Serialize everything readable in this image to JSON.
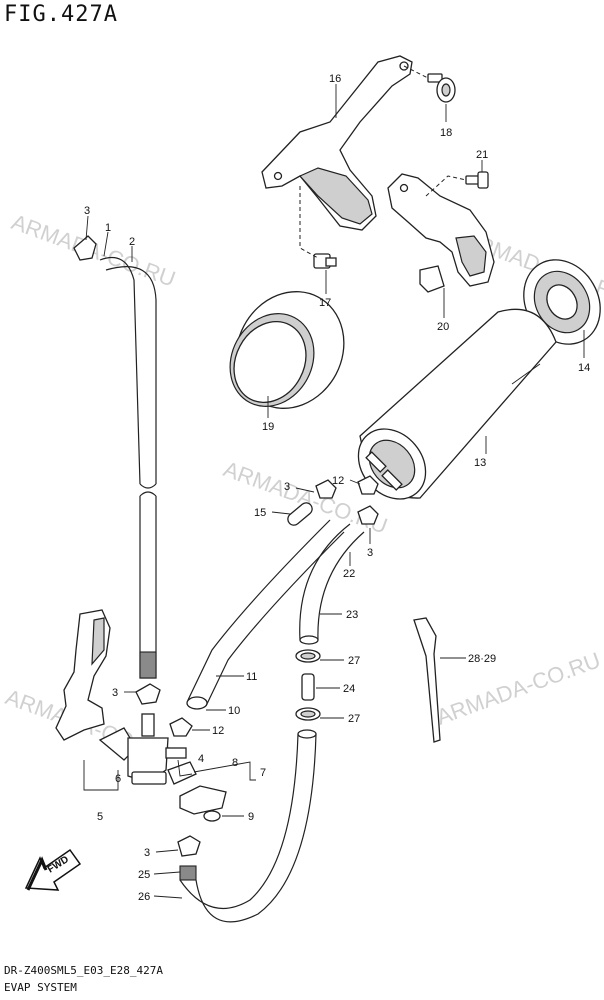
{
  "figure_title": "FIG.427A",
  "footer": {
    "code": "DR-Z400SML5_E03_E28_427A",
    "title": "EVAP SYSTEM"
  },
  "watermark": "ARMADA-CO.RU",
  "fwd_label": "FWD",
  "callouts": {
    "c1": "1",
    "c2": "2",
    "c3a": "3",
    "c3b": "3",
    "c3c": "3",
    "c3d": "3",
    "c3e": "3",
    "c4": "4",
    "c5": "5",
    "c6": "6",
    "c7": "7",
    "c8": "8",
    "c9": "9",
    "c10": "10",
    "c11": "11",
    "c12a": "12",
    "c12b": "12",
    "c13": "13",
    "c14": "14",
    "c15": "15",
    "c16": "16",
    "c17": "17",
    "c18": "18",
    "c19": "19",
    "c20": "20",
    "c21": "21",
    "c22": "22",
    "c23": "23",
    "c24": "24",
    "c25": "25",
    "c26": "26",
    "c27a": "27",
    "c27b": "27",
    "c2829": "28·29"
  }
}
